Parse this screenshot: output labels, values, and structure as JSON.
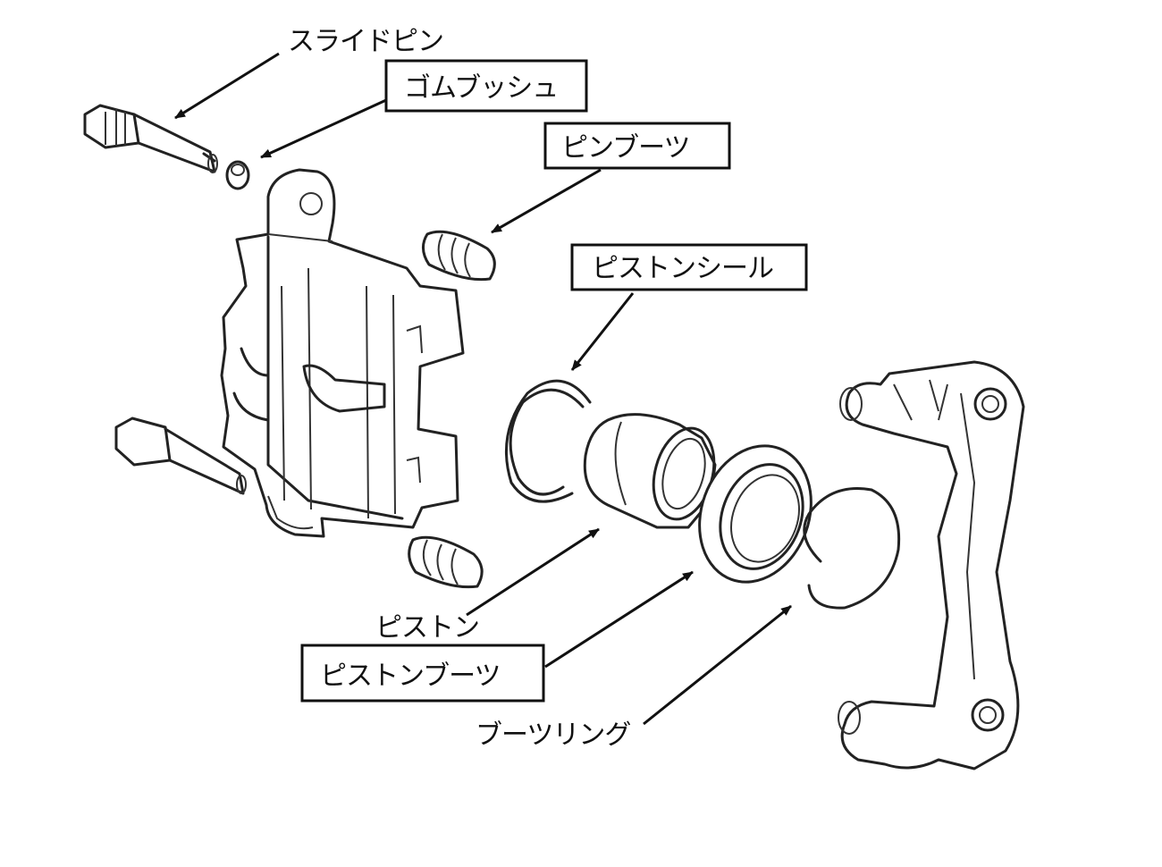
{
  "labels": {
    "slide_pin": "スライドピン",
    "rubber_bush": "ゴムブッシュ",
    "pin_boot": "ピンブーツ",
    "piston_seal": "ピストンシール",
    "piston": "ピストン",
    "piston_boot": "ピストンブーツ",
    "boot_ring": "ブーツリング"
  }
}
